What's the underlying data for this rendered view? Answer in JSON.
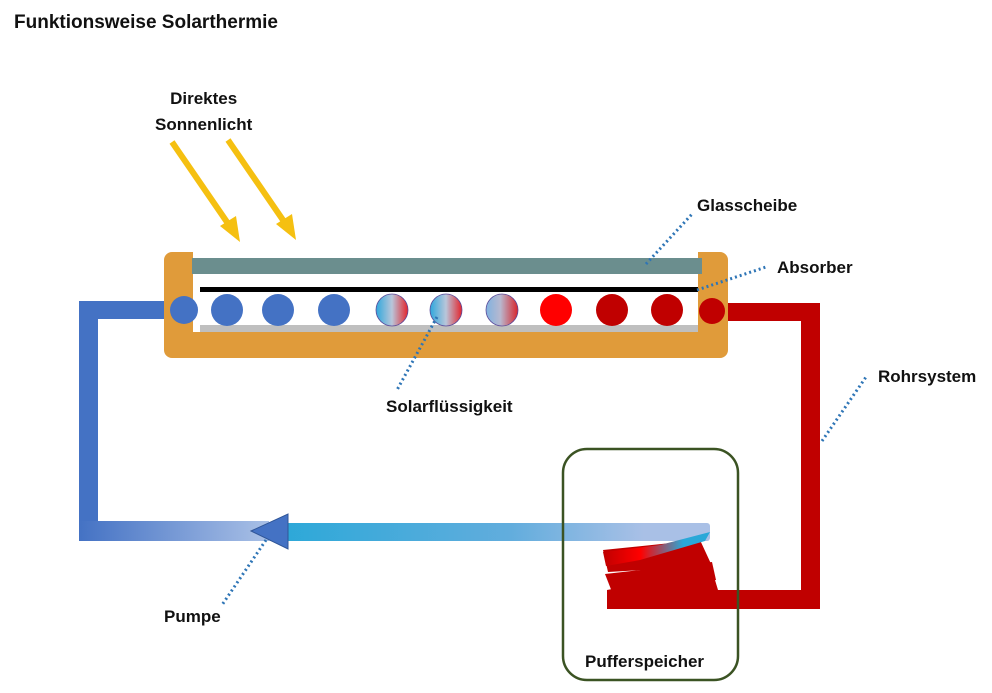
{
  "title": "Funktionsweise Solarthermie",
  "labels": {
    "sunlight_line1": "Direktes",
    "sunlight_line2": "Sonnenlicht",
    "glass": "Glasscheibe",
    "absorber": "Absorber",
    "piping": "Rohrsystem",
    "fluid": "Solarflüssigkeit",
    "pump": "Pumpe",
    "buffer_tank": "Pufferspeicher"
  },
  "colors": {
    "collector_frame": "#E09B3A",
    "glass": "#6B8E8E",
    "absorber": "#000000",
    "cold_pipe": "#4472C4",
    "hot_pipe": "#C00000",
    "sun_rays": "#F5C011",
    "leader_lines": "#2E75B6",
    "tank_border": "#3B5323",
    "return_cyan": "#29A8D8"
  },
  "fluid_particles": [
    {
      "state": "cold"
    },
    {
      "state": "cold"
    },
    {
      "state": "cold"
    },
    {
      "state": "warming"
    },
    {
      "state": "warming"
    },
    {
      "state": "warming"
    },
    {
      "state": "hot-bright"
    },
    {
      "state": "hot"
    },
    {
      "state": "hot"
    }
  ]
}
